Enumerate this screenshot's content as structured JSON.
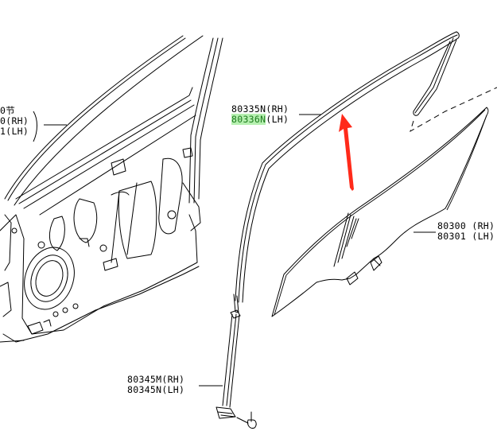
{
  "diagram": {
    "type": "exploded parts diagram",
    "subject": "front door glass, glass run and sash",
    "accent_arrow_color": "#ff2a1a",
    "highlight_color": "#b6f0b0"
  },
  "labels": {
    "door_panel": {
      "line1": "0节",
      "line2": "0(RH)",
      "line3": "1(LH)"
    },
    "glass_run": {
      "rh": "80335N(RH)",
      "lh_code": "80336N",
      "lh_suffix": "(LH)"
    },
    "door_glass": {
      "rh": "80300 (RH)",
      "lh": "80301 (LH)"
    },
    "sash": {
      "rh": "80345M(RH)",
      "lh": "80345N(LH)"
    }
  },
  "annotations": [
    {
      "type": "arrow",
      "color": "#ff2a1a",
      "points_to": "80336N glass run channel"
    },
    {
      "type": "highlight",
      "color": "#b6f0b0",
      "target": "80336N"
    }
  ]
}
